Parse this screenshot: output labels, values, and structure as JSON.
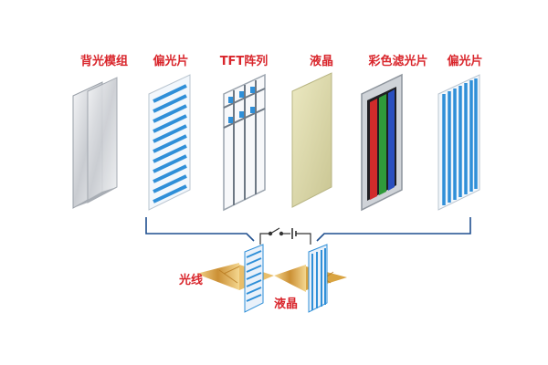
{
  "layers": [
    {
      "label": "背光模组",
      "icon": "backlight-module-icon"
    },
    {
      "label": "偏光片",
      "icon": "polarizer-icon"
    },
    {
      "label": "TFT阵列",
      "icon": "tft-array-icon"
    },
    {
      "label": "液晶",
      "icon": "liquid-crystal-icon"
    },
    {
      "label": "彩色滤光片",
      "icon": "color-filter-icon"
    },
    {
      "label": "偏光片",
      "icon": "polarizer-icon"
    }
  ],
  "bottom": {
    "light_label": "光线",
    "lc_label": "液晶"
  },
  "colors": {
    "label": "#d9262c",
    "polarizer_blue": "#2f8fd8",
    "connector": "#1f4f8f",
    "lc_panel": "#d8d6a8",
    "light_gold": "#d9a441"
  }
}
